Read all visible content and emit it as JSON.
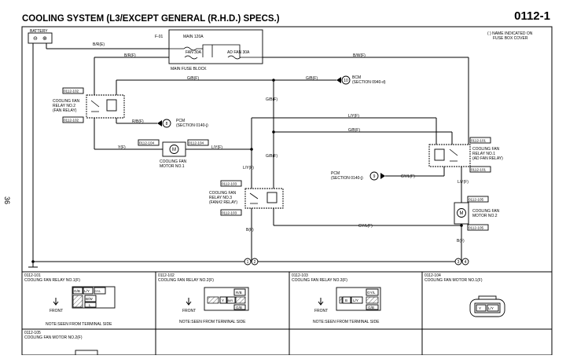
{
  "header": {
    "title": "COOLING SYSTEM (L3/EXCEPT GENERAL (R.H.D.) SPECS.)",
    "page_number": "0112-1",
    "side_page": "36"
  },
  "note": [
    "( ) NAME INDICATED ON",
    "FUSE BOX COVER"
  ],
  "battery": "BATTERY",
  "fuse_block": {
    "ref": "F-01",
    "label": "MAIN FUSE BLOCK",
    "fuses": [
      "MAIN 120A",
      "FAN 30A",
      "AD FAN 30A"
    ]
  },
  "components": {
    "relay2": {
      "refs": [
        "0112-102",
        "0112-102"
      ],
      "name": [
        "COOLING FAN",
        "RELAY NO.2",
        "(FAN RELAY)"
      ]
    },
    "motor1": {
      "refs": [
        "0112-104",
        "0112-104"
      ],
      "name": [
        "COOLING FAN",
        "MOTOR NO.1"
      ]
    },
    "relay3": {
      "refs": [
        "0112-103",
        "0112-103"
      ],
      "name": [
        "COOLING FAN",
        "RELAY NO.3",
        "(FAN#2 RELAY)"
      ]
    },
    "relay1": {
      "refs": [
        "0112-101",
        "0112-101"
      ],
      "name": [
        "COOLING FAN",
        "RELAY NO.1",
        "(AD FAN RELAY)"
      ]
    },
    "motor2": {
      "refs": [
        "0112-105",
        "0112-105"
      ],
      "name": [
        "COOLING FAN",
        "MOTOR NO.2"
      ]
    }
  },
  "pcm_refs": [
    {
      "id": "10",
      "name": "BCM",
      "section": "(SECTION 0940-d)"
    },
    {
      "id": "8",
      "name": "PCM",
      "section": "(SECTION 0140-j)"
    },
    {
      "id": "9",
      "name": "PCM",
      "section": "(SECTION 0140-j)"
    }
  ],
  "wires": {
    "b_r_e": "B/R(E)",
    "b_r_f": "B/R(F)",
    "b_w_f": "B/W(F)",
    "g_b_f1": "G/B(F)",
    "g_b_f2": "G/B(F)",
    "g_b_f3": "G/B(F)",
    "g_b_f4": "G/B(F)",
    "g_b_f5": "G/B(F)",
    "r_b_f": "R/B(F)",
    "y_f": "Y(F)",
    "l_y_f1": "L/Y(F)",
    "l_y_f2": "L/Y(F)",
    "l_y_f3": "L/Y(F)",
    "gy_l_f1": "GY/L(F)",
    "gy_l_f2": "GY/L(F)",
    "b_f1": "B(F)",
    "b_f2": "B(F)"
  },
  "grounds": [
    "1",
    "2",
    "3",
    "4"
  ],
  "connectors": [
    {
      "ref": "0112-101",
      "title": "COOLING FAN RELAY NO.1(F)",
      "front": "FRONT",
      "note": "NOTE:SEEN FROM TERMINAL SIDE",
      "pins": [
        "G/B",
        "L/Y",
        "GY/L",
        "B/W",
        "L"
      ]
    },
    {
      "ref": "0112-102",
      "title": "COOLING FAN RELAY NO.2(F)",
      "front": "FRONT",
      "note": "NOTE:SEEN FROM TERMINAL SIDE",
      "pins": [
        "R/B",
        "Y",
        "B/R",
        "G/B"
      ]
    },
    {
      "ref": "0112-103",
      "title": "COOLING FAN RELAY NO.3(F)",
      "front": "FRONT",
      "note": "NOTE:SEEN FROM TERMINAL SIDE",
      "pins": [
        "GY/L",
        "B",
        "L/Y",
        "G/B"
      ]
    },
    {
      "ref": "0112-104",
      "title": "COOLING FAN MOTOR NO.1(F)",
      "pins": [
        "Y",
        "L/Y"
      ]
    },
    {
      "ref": "0112-105",
      "title": "COOLING FAN MOTOR NO.2(F)"
    }
  ]
}
